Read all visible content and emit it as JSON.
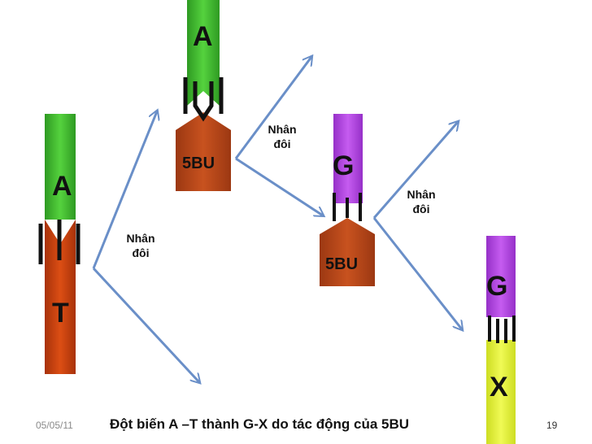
{
  "labels": {
    "pair1_top": "A",
    "pair1_bottom": "T",
    "pair2_top": "A",
    "pair2_bottom": "5BU",
    "pair3_top": "G",
    "pair3_bottom": "5BU",
    "pair4_top": "G",
    "pair4_bottom": "X",
    "replication1_line1": "Nhân",
    "replication1_line2": "đôi",
    "replication2_line1": "Nhân",
    "replication2_line2": "đôi",
    "replication3_line1": "Nhân",
    "replication3_line2": "đôi"
  },
  "caption": "Đột biến A –T thành G-X do tác động của 5BU",
  "date": "05/05/11",
  "slide_number": "19",
  "colors": {
    "adenine": "#3fbf2f",
    "thymine": "#c8400d",
    "5bu": "#b8431a",
    "guanine": "#b646e6",
    "cytosine": "#e6f53a",
    "arrow": "#6a8fc8"
  }
}
